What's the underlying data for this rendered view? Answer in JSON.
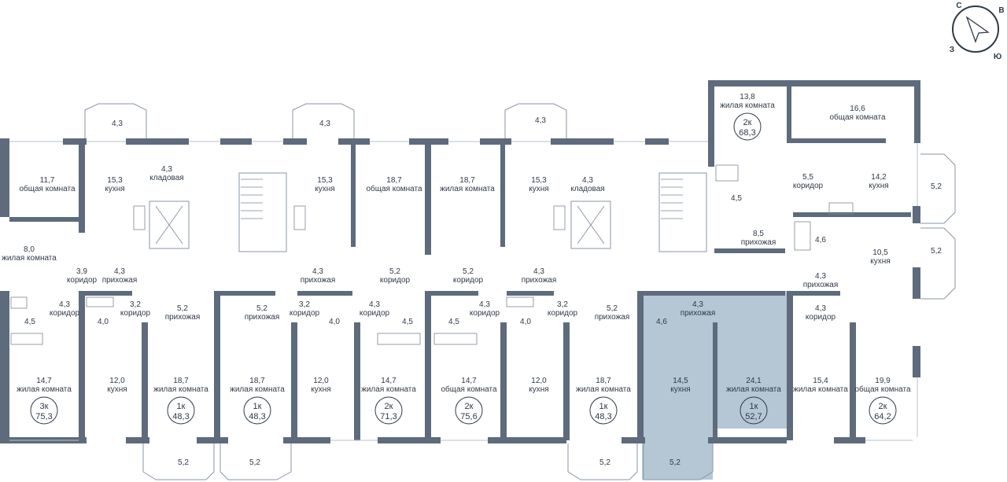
{
  "compass": {
    "n": "С",
    "e": "В",
    "s": "Ю",
    "w": "З"
  },
  "selected_color": "#b5c6d4",
  "wall_color": "#5d6b7c",
  "rooms": [
    {
      "v": "4,3",
      "t": ""
    },
    {
      "v": "4,3",
      "t": ""
    },
    {
      "v": "4,3",
      "t": ""
    },
    {
      "v": "13,8",
      "t": "жилая комната"
    },
    {
      "v": "16,6",
      "t": "общая комната"
    },
    {
      "v": "11,7",
      "t": "общая комната"
    },
    {
      "v": "15,3",
      "t": "кухня"
    },
    {
      "v": "4,3",
      "t": "кладовая"
    },
    {
      "v": "15,3",
      "t": "кухня"
    },
    {
      "v": "18,7",
      "t": "общая комната"
    },
    {
      "v": "18,7",
      "t": "жилая комната"
    },
    {
      "v": "15,3",
      "t": "кухня"
    },
    {
      "v": "4,3",
      "t": "кладовая"
    },
    {
      "v": "4,5",
      "t": ""
    },
    {
      "v": "5,5",
      "t": "коридор"
    },
    {
      "v": "14,2",
      "t": "кухня"
    },
    {
      "v": "5,2",
      "t": ""
    },
    {
      "v": "8,0",
      "t": "жилая комната"
    },
    {
      "v": "8,5",
      "t": "прихожая"
    },
    {
      "v": "4,6",
      "t": ""
    },
    {
      "v": "10,5",
      "t": "кухня"
    },
    {
      "v": "5,2",
      "t": ""
    },
    {
      "v": "3,9",
      "t": "коридор"
    },
    {
      "v": "4,3",
      "t": "прихожая"
    },
    {
      "v": "4,3",
      "t": "прихожая"
    },
    {
      "v": "5,2",
      "t": "коридор"
    },
    {
      "v": "5,2",
      "t": "коридор"
    },
    {
      "v": "4,3",
      "t": "прихожая"
    },
    {
      "v": "4,3",
      "t": "прихожая"
    },
    {
      "v": "4,3",
      "t": "коридор"
    },
    {
      "v": "3,2",
      "t": "коридор"
    },
    {
      "v": "5,2",
      "t": "прихожая"
    },
    {
      "v": "5,2",
      "t": "прихожая"
    },
    {
      "v": "3,2",
      "t": "коридор"
    },
    {
      "v": "4,3",
      "t": "коридор"
    },
    {
      "v": "4,3",
      "t": "коридор"
    },
    {
      "v": "3,2",
      "t": "коридор"
    },
    {
      "v": "5,2",
      "t": "прихожая"
    },
    {
      "v": "4,3",
      "t": "прихожая"
    },
    {
      "v": "4,3",
      "t": "коридор"
    },
    {
      "v": "4,5",
      "t": ""
    },
    {
      "v": "4,0",
      "t": ""
    },
    {
      "v": "4,0",
      "t": ""
    },
    {
      "v": "4,5",
      "t": ""
    },
    {
      "v": "4,5",
      "t": ""
    },
    {
      "v": "4,0",
      "t": ""
    },
    {
      "v": "4,6",
      "t": ""
    },
    {
      "v": "14,7",
      "t": "жилая комната"
    },
    {
      "v": "12,0",
      "t": "кухня"
    },
    {
      "v": "18,7",
      "t": "жилая комната"
    },
    {
      "v": "18,7",
      "t": "жилая комната"
    },
    {
      "v": "12,0",
      "t": "кухня"
    },
    {
      "v": "14,7",
      "t": "жилая комната"
    },
    {
      "v": "14,7",
      "t": "общая комната"
    },
    {
      "v": "12,0",
      "t": "кухня"
    },
    {
      "v": "18,7",
      "t": "жилая комната"
    },
    {
      "v": "14,5",
      "t": "кухня"
    },
    {
      "v": "24,1",
      "t": "жилая комната"
    },
    {
      "v": "15,4",
      "t": "жилая комната"
    },
    {
      "v": "19,9",
      "t": "общая комната"
    },
    {
      "v": "5,2",
      "t": ""
    },
    {
      "v": "5,2",
      "t": ""
    },
    {
      "v": "5,2",
      "t": ""
    },
    {
      "v": "5,2",
      "t": ""
    }
  ],
  "apartments": [
    {
      "type": "2к",
      "area": "68,3",
      "selected": false
    },
    {
      "type": "3к",
      "area": "75,3",
      "selected": false
    },
    {
      "type": "1к",
      "area": "48,3",
      "selected": false
    },
    {
      "type": "1к",
      "area": "48,3",
      "selected": false
    },
    {
      "type": "2к",
      "area": "71,3",
      "selected": false
    },
    {
      "type": "2к",
      "area": "75,6",
      "selected": false
    },
    {
      "type": "1к",
      "area": "48,3",
      "selected": false
    },
    {
      "type": "1к",
      "area": "52,7",
      "selected": true
    },
    {
      "type": "2к",
      "area": "64,2",
      "selected": false
    }
  ]
}
